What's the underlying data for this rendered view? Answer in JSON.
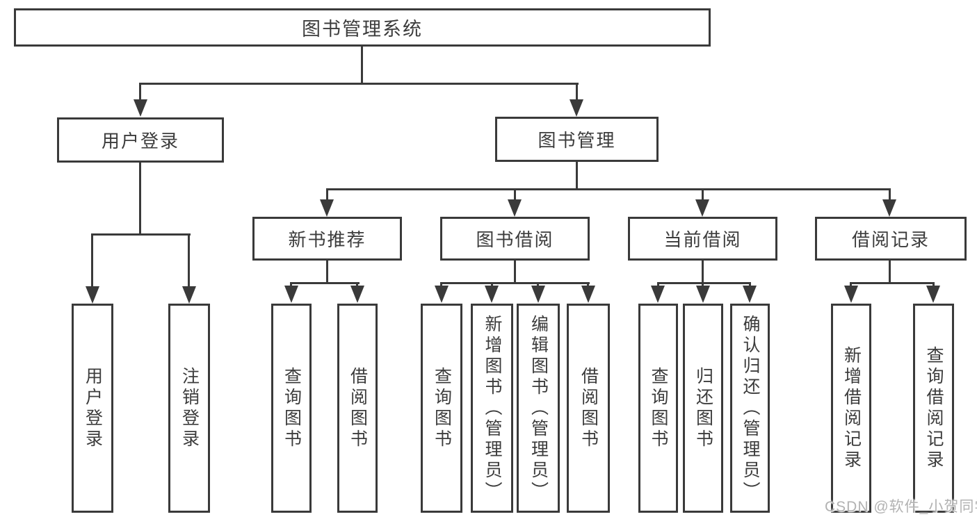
{
  "diagram": {
    "root": {
      "label": "图书管理系统"
    },
    "level2": [
      {
        "label": "用户登录",
        "leaves": [
          "用户登录",
          "注销登录"
        ]
      },
      {
        "label": "图书管理",
        "groups": [
          {
            "label": "新书推荐",
            "leaves": [
              "查询图书",
              "借阅图书"
            ]
          },
          {
            "label": "图书借阅",
            "leaves": [
              "查询图书",
              "新增图书（管理员）",
              "编辑图书（管理员）",
              "借阅图书"
            ]
          },
          {
            "label": "当前借阅",
            "leaves": [
              "查询图书",
              "归还图书",
              "确认归还（管理员）"
            ]
          },
          {
            "label": "借阅记录",
            "leaves": [
              "新增借阅记录",
              "查询借阅记录"
            ]
          }
        ]
      }
    ]
  },
  "watermark": {
    "text": "CSDN @软件_小贺同学"
  },
  "colors": {
    "line": "#3a3a3a",
    "text": "#3c3c3c",
    "box_background": "#ffffff",
    "page_background": "#ffffff",
    "watermark": "#b2b2b2"
  }
}
